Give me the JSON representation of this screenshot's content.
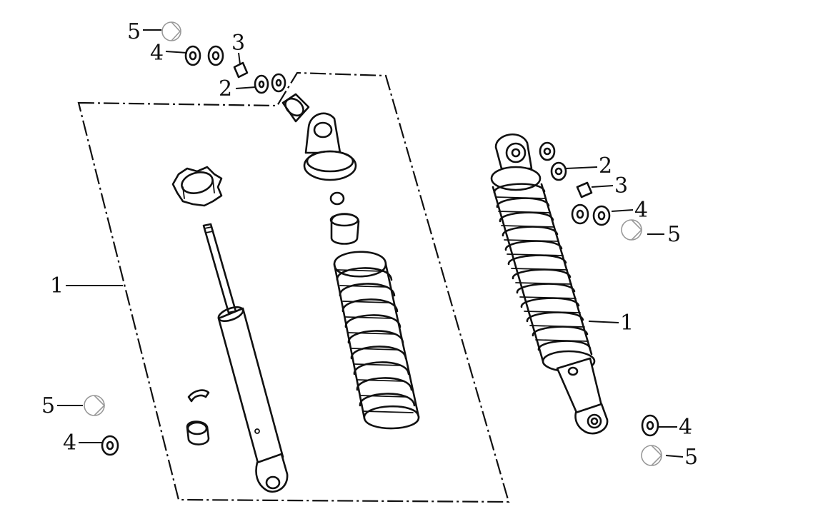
{
  "diagram": {
    "callouts": [
      {
        "id": "left-kit-shock",
        "label": "1"
      },
      {
        "id": "left-washer-2",
        "label": "2"
      },
      {
        "id": "left-collar-3",
        "label": "3"
      },
      {
        "id": "left-washer-4-top",
        "label": "4"
      },
      {
        "id": "left-nut-5-top",
        "label": "5"
      },
      {
        "id": "left-washer-4-bottom",
        "label": "4"
      },
      {
        "id": "left-nut-5-bottom",
        "label": "5"
      },
      {
        "id": "right-shock",
        "label": "1"
      },
      {
        "id": "right-washer-2",
        "label": "2"
      },
      {
        "id": "right-collar-3",
        "label": "3"
      },
      {
        "id": "right-washer-4-top",
        "label": "4"
      },
      {
        "id": "right-nut-5-top",
        "label": "5"
      },
      {
        "id": "right-washer-4-bottom",
        "label": "4"
      },
      {
        "id": "right-nut-5-bottom",
        "label": "5"
      }
    ],
    "colors": {
      "ink": "#111111",
      "background": "#ffffff",
      "cap_outline": "#999999"
    }
  }
}
